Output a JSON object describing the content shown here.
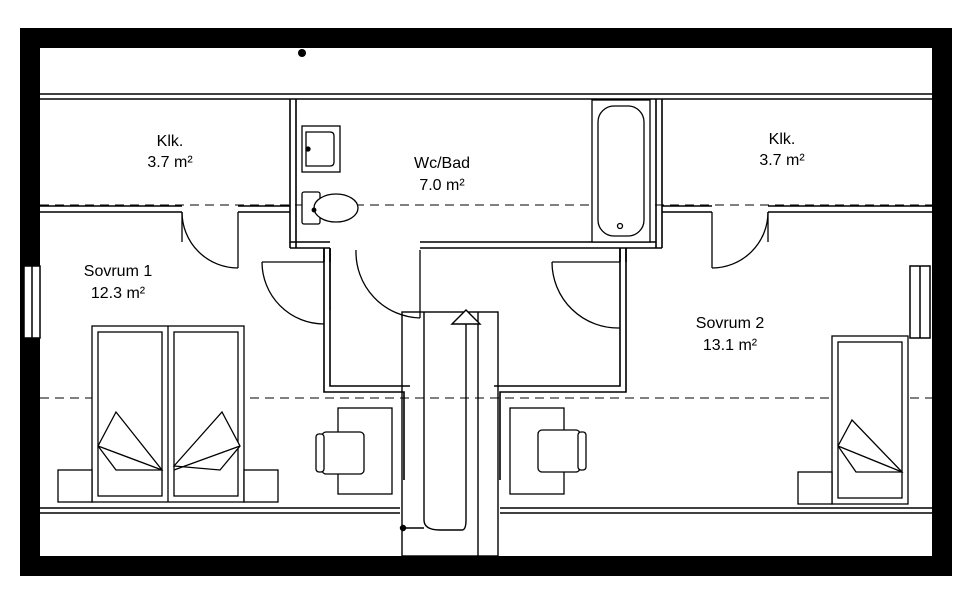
{
  "rooms": [
    {
      "id": "klk-left",
      "name": "Klk.",
      "area": "3.7 m²"
    },
    {
      "id": "wc-bad",
      "name": "Wc/Bad",
      "area": "7.0 m²"
    },
    {
      "id": "klk-right",
      "name": "Klk.",
      "area": "3.7 m²"
    },
    {
      "id": "sovrum-1",
      "name": "Sovrum 1",
      "area": "12.3 m²"
    },
    {
      "id": "sovrum-2",
      "name": "Sovrum 2",
      "area": "13.1 m²"
    }
  ],
  "colors": {
    "wall": "#000000",
    "background": "#ffffff",
    "line": "#000000"
  }
}
